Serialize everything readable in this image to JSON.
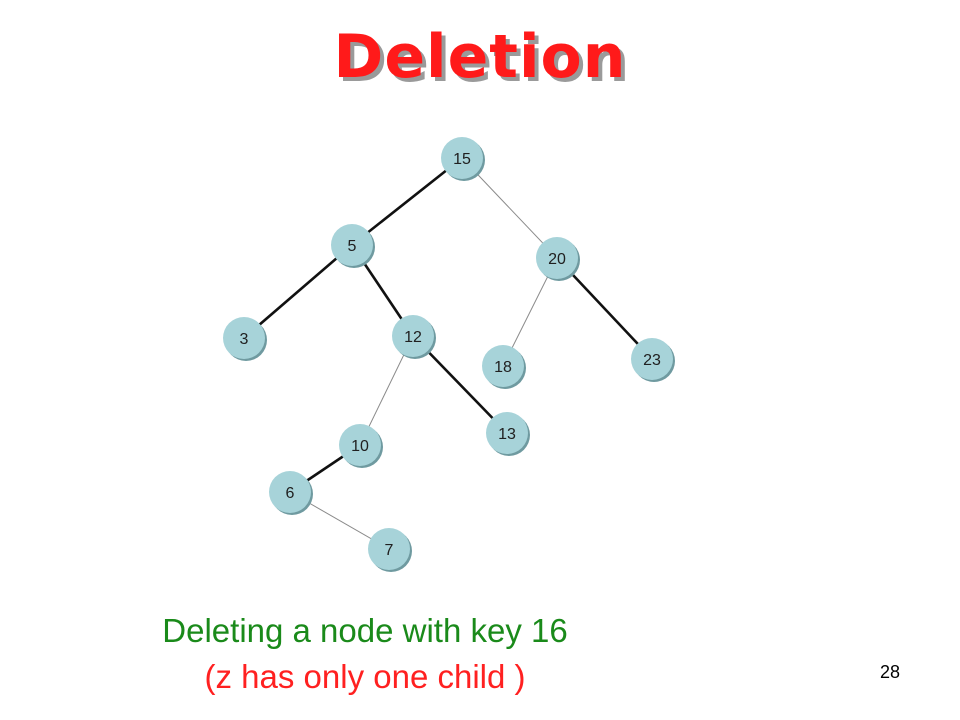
{
  "title": "Deletion",
  "caption_line1": "Deleting  a node with key 16",
  "caption_line2": "(z has only one child )",
  "page_number": "28",
  "colors": {
    "title": "#ff1a1a",
    "caption_line1": "#1a8a1a",
    "caption_line2": "#ff2020",
    "node_fill": "#a7d3d9"
  },
  "tree": {
    "nodes": [
      {
        "id": "n15",
        "label": "15"
      },
      {
        "id": "n5",
        "label": "5"
      },
      {
        "id": "n20",
        "label": "20"
      },
      {
        "id": "n3",
        "label": "3"
      },
      {
        "id": "n12",
        "label": "12"
      },
      {
        "id": "n18",
        "label": "18"
      },
      {
        "id": "n23",
        "label": "23"
      },
      {
        "id": "n10",
        "label": "10"
      },
      {
        "id": "n13",
        "label": "13"
      },
      {
        "id": "n6",
        "label": "6"
      },
      {
        "id": "n7",
        "label": "7"
      }
    ],
    "edges": [
      {
        "from": "n15",
        "to": "n5",
        "style": "thick"
      },
      {
        "from": "n15",
        "to": "n20",
        "style": "thin"
      },
      {
        "from": "n5",
        "to": "n3",
        "style": "thick"
      },
      {
        "from": "n5",
        "to": "n12",
        "style": "thick"
      },
      {
        "from": "n20",
        "to": "n18",
        "style": "thin"
      },
      {
        "from": "n20",
        "to": "n23",
        "style": "thick"
      },
      {
        "from": "n12",
        "to": "n10",
        "style": "thin"
      },
      {
        "from": "n12",
        "to": "n13",
        "style": "thick"
      },
      {
        "from": "n10",
        "to": "n6",
        "style": "thick"
      },
      {
        "from": "n6",
        "to": "n7",
        "style": "thin"
      }
    ]
  }
}
